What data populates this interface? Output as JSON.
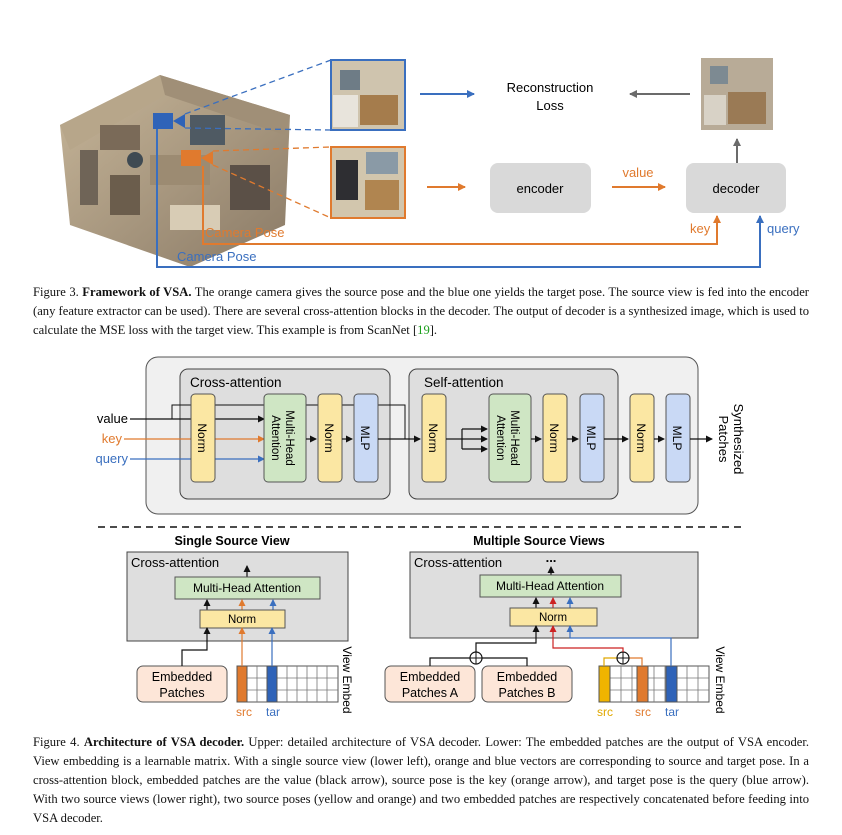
{
  "figure3": {
    "reconstruction_loss": [
      "Reconstruction",
      "Loss"
    ],
    "encoder_label": "encoder",
    "decoder_label": "decoder",
    "value_label": "value",
    "key_label": "key",
    "query_label": "query",
    "camera_pose_source": "Camera Pose",
    "camera_pose_target": "Camera Pose",
    "colors": {
      "orange": "#e07a2e",
      "blue": "#3a6fbf",
      "gray": "#6b6b6b",
      "box": "#d9d9d9"
    },
    "caption": {
      "fig": "Figure 3.",
      "bold": "Framework of VSA.",
      "text": "The orange camera gives the source pose and the blue one yields the target pose. The source view is fed into the encoder (any feature extractor can be used). There are several cross-attention blocks in the decoder. The output of decoder is a synthesized image, which is used to calculate the MSE loss with the target view. This example is from ScanNet [",
      "cite": "19",
      "end": "]."
    }
  },
  "figure4": {
    "upper": {
      "cross_attention_title": "Cross-attention",
      "self_attention_title": "Self-attention",
      "inputs": [
        "value",
        "key",
        "query"
      ],
      "norm": "Norm",
      "mlp": "MLP",
      "mha_lines": [
        "Multi-Head",
        "Attention"
      ],
      "output_lines": [
        "Synthesized",
        "Patches"
      ],
      "colors": {
        "norm": "#fbe7a3",
        "mlp": "#c9d9f5",
        "mha": "#cfe6c4",
        "outer": "#f0f0f0",
        "inner": "#dedede"
      }
    },
    "lower_left": {
      "title": "Single Source View",
      "block_title": "Cross-attention",
      "mha": "Multi-Head Attention",
      "norm": "Norm",
      "embedded_patches": [
        "Embedded",
        "Patches"
      ],
      "view_embed": "View Embed",
      "src": "src",
      "tar": "tar"
    },
    "lower_right": {
      "title": "Multiple Source Views",
      "block_title": "Cross-attention",
      "dots": "...",
      "mha": "Multi-Head Attention",
      "norm": "Norm",
      "embedded_a": [
        "Embedded",
        "Patches A"
      ],
      "embedded_b": [
        "Embedded",
        "Patches B"
      ],
      "view_embed": "View Embed",
      "src1": "src",
      "src2": "src",
      "tar": "tar"
    },
    "caption": {
      "fig": "Figure 4.",
      "bold": "Architecture of VSA decoder.",
      "text": "Upper: detailed architecture of VSA decoder. Lower: The embedded patches are the output of VSA encoder. View embedding is a learnable matrix. With a single source view (lower left), orange and blue vectors are corresponding to source and target pose. In a cross-attention block, embedded patches are the value (black arrow), source pose is the key (orange arrow), and target pose is the query (blue arrow). With two source views (lower right), two source poses (yellow and orange) and two embedded patches are respectively concatenated before feeding into VSA decoder."
    }
  }
}
